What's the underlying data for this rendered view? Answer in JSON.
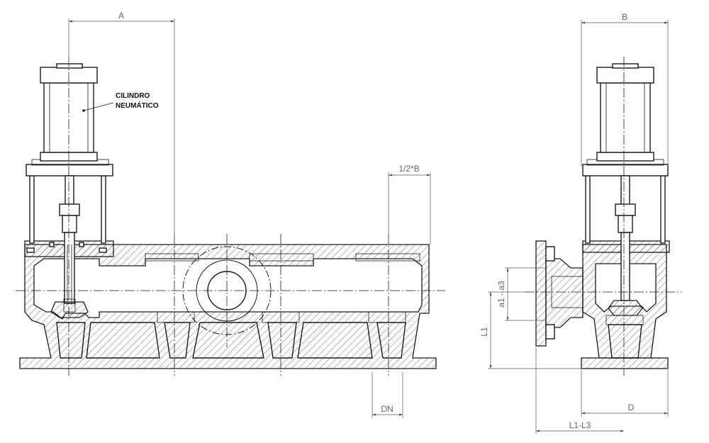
{
  "labels": {
    "actuator_line1": "CILINDRO",
    "actuator_line2": "NEUMÁTICO"
  },
  "dimensions": {
    "A": "A",
    "B": "B",
    "half_B": "1/2*B",
    "DN": "DN",
    "D": "D",
    "L1": "L1",
    "L1_L3": "L1-L3",
    "a1_a3": "a1 - a3"
  }
}
